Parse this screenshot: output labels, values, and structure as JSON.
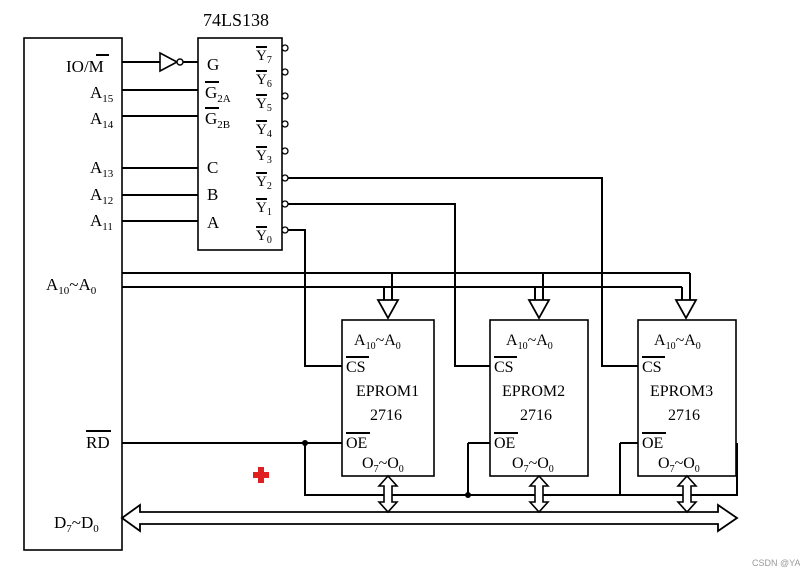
{
  "decoder": {
    "title": "74LS138",
    "in_g": "G",
    "in_g2a_main": "G",
    "in_g2a_sub": "2A",
    "in_g2b_main": "G",
    "in_g2b_sub": "2B",
    "in_c": "C",
    "in_b": "B",
    "in_a": "A",
    "y7_main": "Y",
    "y7_sub": "7",
    "y6_main": "Y",
    "y6_sub": "6",
    "y5_main": "Y",
    "y5_sub": "5",
    "y4_main": "Y",
    "y4_sub": "4",
    "y3_main": "Y",
    "y3_sub": "3",
    "y2_main": "Y",
    "y2_sub": "2",
    "y1_main": "Y",
    "y1_sub": "1",
    "y0_main": "Y",
    "y0_sub": "0"
  },
  "cpu": {
    "io_m_a": "IO/",
    "io_m_b": "M",
    "a15_main": "A",
    "a15_sub": "15",
    "a14_main": "A",
    "a14_sub": "14",
    "a13_main": "A",
    "a13_sub": "13",
    "a12_main": "A",
    "a12_sub": "12",
    "a11_main": "A",
    "a11_sub": "11",
    "a10_main": "A",
    "a10_sub": "10",
    "tilde": "~",
    "a0_main": "A",
    "a0_sub": "0",
    "rd": "RD",
    "d7_main": "D",
    "d7_sub": "7",
    "d0_main": "D",
    "d0_sub": "0"
  },
  "chips": [
    {
      "addr_a": "A",
      "addr_a_sub": "10",
      "tilde": "~",
      "addr_b": "A",
      "addr_b_sub": "0",
      "cs": "CS",
      "name": "EPROM1",
      "part": "2716",
      "oe": "OE",
      "out_a": "O",
      "out_a_sub": "7",
      "out_b": "O",
      "out_b_sub": "0"
    },
    {
      "addr_a": "A",
      "addr_a_sub": "10",
      "tilde": "~",
      "addr_b": "A",
      "addr_b_sub": "0",
      "cs": "CS",
      "name": "EPROM2",
      "part": "2716",
      "oe": "OE",
      "out_a": "O",
      "out_a_sub": "7",
      "out_b": "O",
      "out_b_sub": "0"
    },
    {
      "addr_a": "A",
      "addr_a_sub": "10",
      "tilde": "~",
      "addr_b": "A",
      "addr_b_sub": "0",
      "cs": "CS",
      "name": "EPROM3",
      "part": "2716",
      "oe": "OE",
      "out_a": "O",
      "out_a_sub": "7",
      "out_b": "O",
      "out_b_sub": "0"
    }
  ],
  "watermark": "CSDN @YAIo",
  "colors": {
    "ink": "#000000",
    "marker": "#e02020"
  }
}
